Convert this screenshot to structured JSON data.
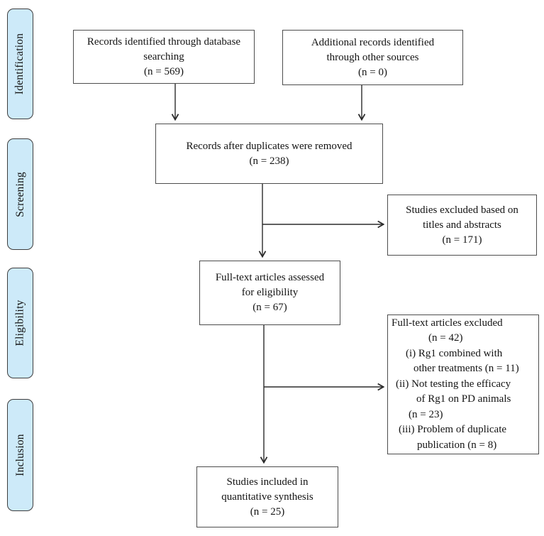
{
  "stages": [
    "Identification",
    "Screening",
    "Eligibility",
    "Inclusion"
  ],
  "boxes": {
    "identified_db": {
      "lines": [
        "Records identified through database",
        "searching",
        "(n = 569)"
      ]
    },
    "identified_other": {
      "lines": [
        "Additional records identified",
        "through other sources",
        "(n = 0)"
      ]
    },
    "after_duplicates": {
      "lines": [
        "Records after duplicates were removed",
        "(n = 238)"
      ]
    },
    "excluded_titles": {
      "lines": [
        "Studies excluded based on",
        "titles and abstracts",
        "(n = 171)"
      ]
    },
    "fulltext_assessed": {
      "lines": [
        "Full-text articles assessed",
        "for eligibility",
        "(n = 67)"
      ]
    },
    "fulltext_excluded": {
      "lines": [
        "Full-text articles excluded",
        "(n = 42)",
        "(i) Rg1 combined with",
        "other treatments (n = 11)",
        "(ii) Not testing the efficacy",
        "of Rg1 on PD animals",
        "(n = 23)",
        "(iii) Problem of duplicate",
        "publication (n = 8)"
      ]
    },
    "included_quantitative": {
      "lines": [
        "Studies included in",
        "quantitative synthesis",
        "(n = 25)"
      ]
    }
  },
  "colors": {
    "stage_fill": "#cdeaf9",
    "stage_border": "#3d3d3d",
    "box_border": "#4d4d4d",
    "arrow": "#2b2b2b",
    "text": "#141414"
  }
}
